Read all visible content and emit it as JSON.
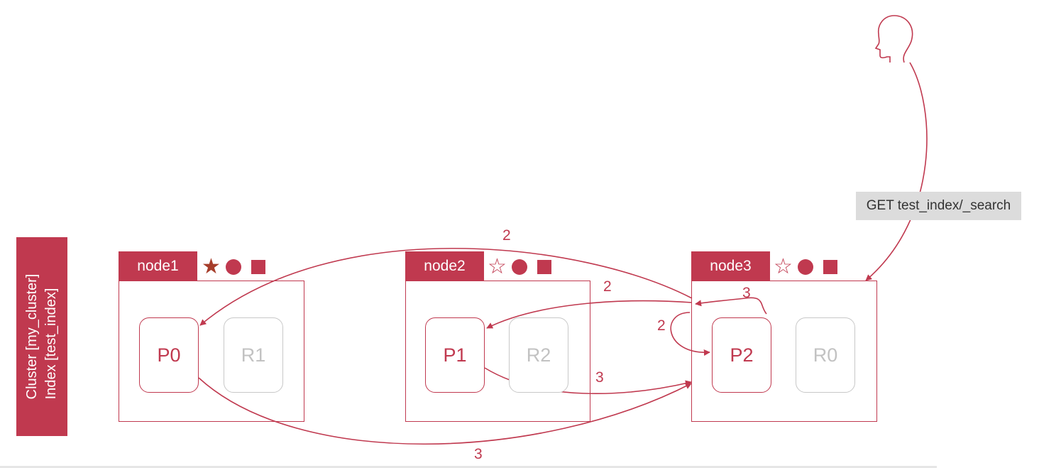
{
  "colors": {
    "accent": "#c0394f",
    "replica": "#c2c2c2",
    "label_bg": "#dcdcdc",
    "star_master": "#a63d2a"
  },
  "cluster": {
    "line1": "Cluster [my_cluster]",
    "line2": "Index [test_index]"
  },
  "request": {
    "label": "GET test_index/_search",
    "client_icon": "user-head-icon"
  },
  "nodes": [
    {
      "name": "node1",
      "roles": {
        "master_star": "★",
        "filled_star": true,
        "icons": [
          "star-icon",
          "circle-icon",
          "square-icon"
        ]
      },
      "shards": [
        {
          "label": "P0",
          "type": "primary"
        },
        {
          "label": "R1",
          "type": "replica"
        }
      ]
    },
    {
      "name": "node2",
      "roles": {
        "master_star": "☆",
        "filled_star": false,
        "icons": [
          "star-outline-icon",
          "circle-icon",
          "square-icon"
        ]
      },
      "shards": [
        {
          "label": "P1",
          "type": "primary"
        },
        {
          "label": "R2",
          "type": "replica"
        }
      ]
    },
    {
      "name": "node3",
      "roles": {
        "master_star": "☆",
        "filled_star": false,
        "icons": [
          "star-outline-icon",
          "circle-icon",
          "square-icon"
        ]
      },
      "shards": [
        {
          "label": "P2",
          "type": "primary"
        },
        {
          "label": "R0",
          "type": "replica"
        }
      ]
    }
  ],
  "steps": {
    "to_p0": "2",
    "to_p1": "2",
    "to_p2": "2",
    "from_p0": "3",
    "from_p1": "3",
    "from_p2": "3"
  }
}
